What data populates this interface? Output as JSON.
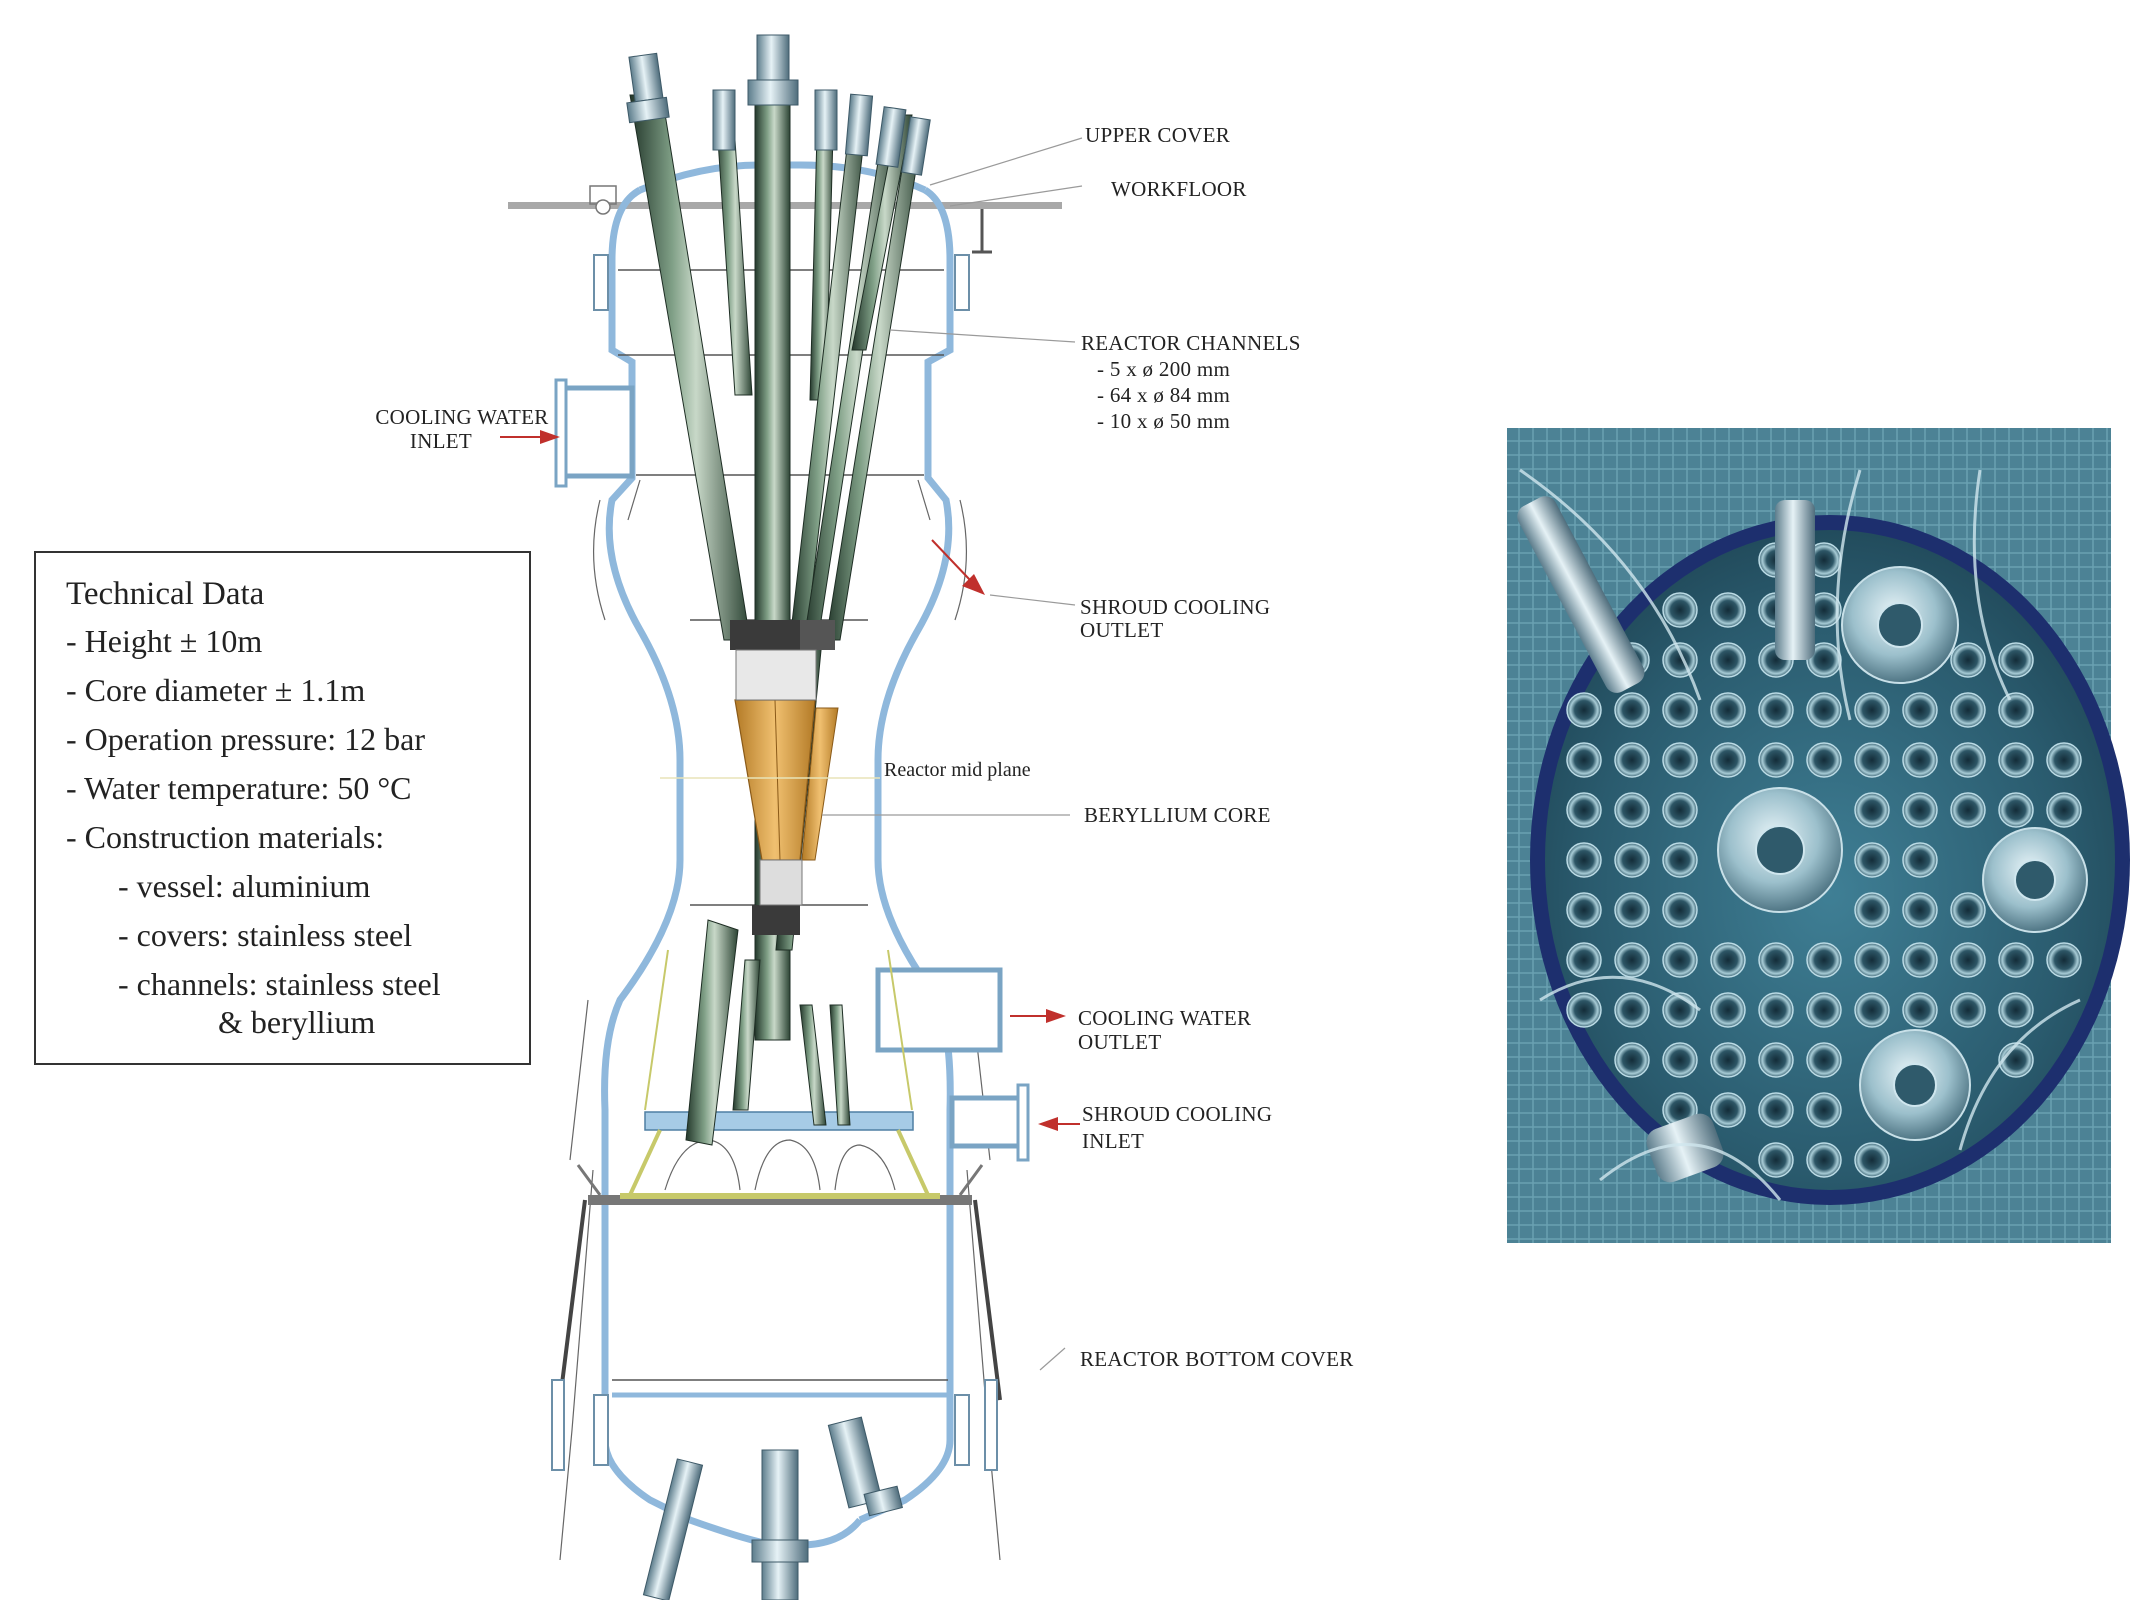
{
  "labels": {
    "upper_cover": "UPPER COVER",
    "workfloor": "WORKFLOOR",
    "reactor_channels": "REACTOR CHANNELS",
    "channels_specs": [
      "- 5 x ø 200 mm",
      "- 64 x ø 84 mm",
      "- 10 x ø 50 mm"
    ],
    "cooling_water_inlet": [
      "COOLING WATER",
      "INLET"
    ],
    "shroud_cooling_outlet": [
      "SHROUD COOLING",
      "OUTLET"
    ],
    "reactor_mid_plane": "Reactor mid plane",
    "beryllium_core": "BERYLLIUM CORE",
    "cooling_water_outlet": [
      "COOLING WATER",
      "OUTLET"
    ],
    "shroud_cooling_inlet": [
      "SHROUD COOLING",
      "INLET"
    ],
    "reactor_bottom_cover": "REACTOR BOTTOM COVER"
  },
  "technical_data": {
    "title": "Technical Data",
    "items": [
      "- Height ± 10m",
      "- Core diameter ± 1.1m",
      "- Operation pressure: 12 bar",
      "- Water temperature: 50 °C",
      "- Construction materials:"
    ],
    "subitems": [
      "- vessel: aluminium",
      "- covers: stainless steel",
      "- channels: stainless steel"
    ],
    "subitem_continuation": "& beryllium"
  },
  "colors": {
    "vessel": "#8fb8dc",
    "arrow": "#c0302c",
    "core": "#e3a94a",
    "tube": "#4d6e57",
    "photo_bg": "#234f63"
  }
}
